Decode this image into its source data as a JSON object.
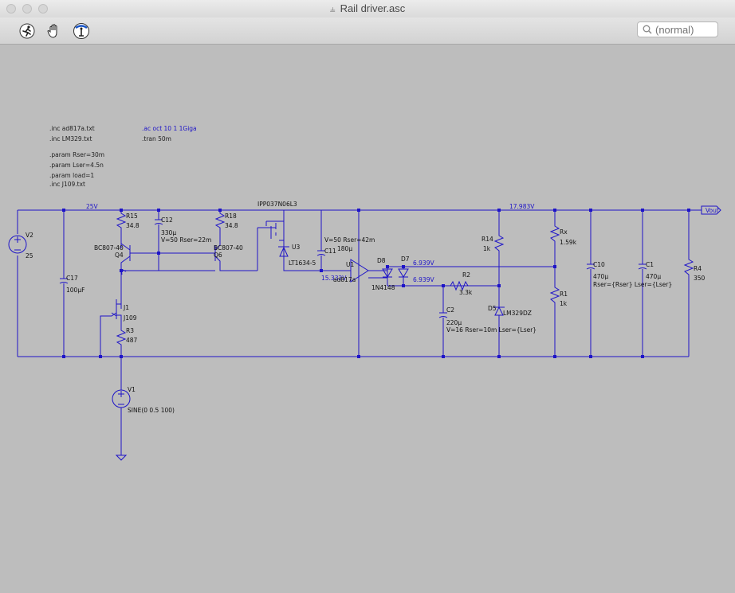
{
  "window": {
    "title": "Rail driver.asc",
    "search_placeholder": "(normal)"
  },
  "toolbar": {
    "icons": [
      "run-icon",
      "pan-hand-icon",
      "probe-icon"
    ]
  },
  "colors": {
    "wire": "#1e14c8",
    "label": "#111111",
    "netlabel": "#1e14c8",
    "background": "#bdbdbd"
  },
  "directives": {
    "inc1": ".inc ad817a.txt",
    "inc2": ".inc LM329.txt",
    "param1": ".param Rser=30m",
    "param2": ".param Lser=4.5n",
    "param3": ".param load=1",
    "inc3": ".inc J109.txt",
    "ac": ".ac oct 10 1 1Giga",
    "tran": ".tran 50m"
  },
  "nets": {
    "rail25": "25V",
    "out": "17.983V",
    "u1_plus": "15.332V",
    "d7": "6.939V",
    "d8": "6.939V",
    "vout": "Vout"
  },
  "components": {
    "v2": {
      "name": "V2",
      "value": "25"
    },
    "c17": {
      "name": "C17",
      "value": "100µF"
    },
    "r15": {
      "name": "R15",
      "value": "34.8"
    },
    "c12": {
      "name": "C12",
      "value": "330µ",
      "extra": "V=50 Rser=22m"
    },
    "q4": {
      "name": "Q4",
      "model": "BC807-40"
    },
    "r18": {
      "name": "R18",
      "value": "34.8"
    },
    "q6": {
      "name": "Q6",
      "model": "BC807-40"
    },
    "m1": {
      "model": "IPP037N06L3"
    },
    "u3": {
      "name": "U3",
      "model": "LT1634-5"
    },
    "c11": {
      "name": "C11",
      "value": "180µ",
      "extra": "V=50 Rser=42m"
    },
    "u1": {
      "name": "U1",
      "model": "ad817a"
    },
    "d8": {
      "name": "D8"
    },
    "d7": {
      "name": "D7"
    },
    "dmodel": "1N4148",
    "r2": {
      "name": "R2",
      "value": "3.3k"
    },
    "c2": {
      "name": "C2",
      "value": "220µ",
      "extra": "V=16 Rser=10m Lser={Lser}"
    },
    "r14": {
      "name": "R14",
      "value": "1k"
    },
    "d5": {
      "name": "D5",
      "model": "LM329DZ"
    },
    "rx": {
      "name": "Rx",
      "value": "1.59k"
    },
    "r1": {
      "name": "R1",
      "value": "1k"
    },
    "c10": {
      "name": "C10",
      "value": "470µ",
      "extra": "Rser={Rser} Lser={Lser}"
    },
    "c1": {
      "name": "C1",
      "value": "470µ"
    },
    "r4": {
      "name": "R4",
      "value": "350"
    },
    "j1": {
      "name": "J1",
      "model": "J109"
    },
    "r3": {
      "name": "R3",
      "value": "487"
    },
    "v1": {
      "name": "V1",
      "value": "SINE(0 0.5 100)"
    }
  }
}
